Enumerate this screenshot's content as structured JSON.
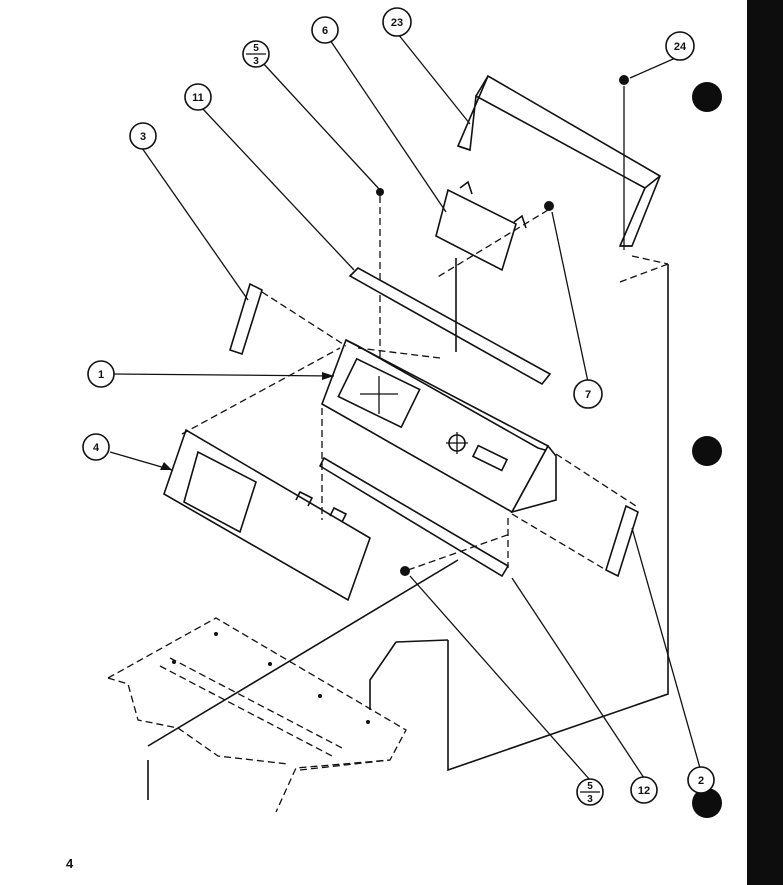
{
  "page": {
    "page_number": "4"
  },
  "callouts": {
    "c1": "1",
    "c2": "2",
    "c3": "3",
    "c4": "4",
    "c6": "6",
    "c7": "7",
    "c11": "11",
    "c12": "12",
    "c23": "23",
    "c24": "24",
    "frac_top": {
      "numerator": "5",
      "denominator": "3"
    },
    "frac_bottom": {
      "numerator": "5",
      "denominator": "3"
    }
  }
}
